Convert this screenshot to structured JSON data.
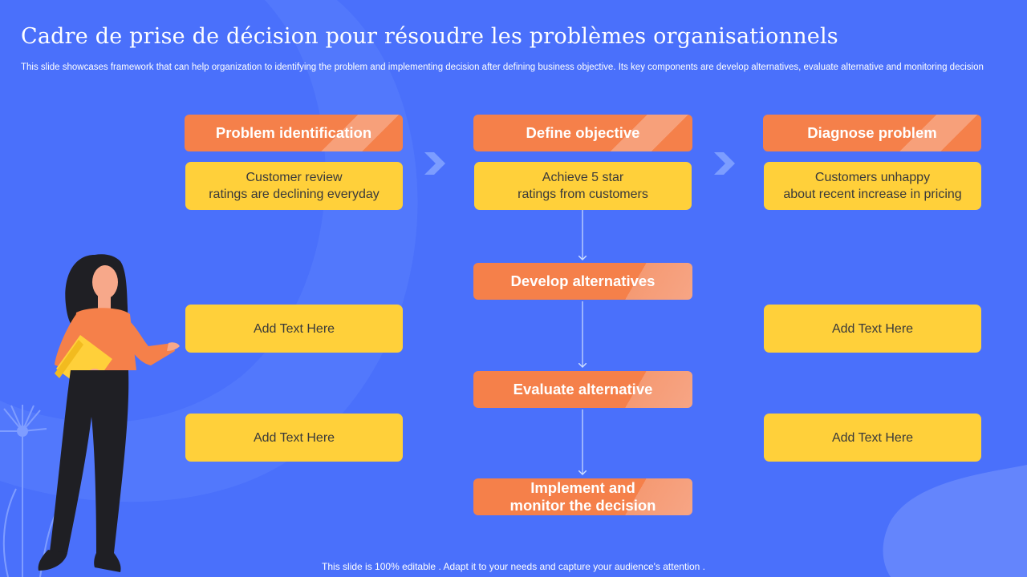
{
  "slide": {
    "title": "Cadre de prise de décision pour résoudre les problèmes organisationnels",
    "subtitle": "This slide showcases framework that can help organization to identifying the problem and implementing decision after defining business objective. Its key components are develop alternatives, evaluate alternative and monitoring decision",
    "footer": "This slide is 100% editable . Adapt it to your needs and capture your audience's attention ."
  },
  "top_steps": [
    {
      "label": "Problem identification",
      "text": "Customer review\nratings are declining everyday"
    },
    {
      "label": "Define objective",
      "text": "Achieve 5 star\nratings from customers"
    },
    {
      "label": "Diagnose problem",
      "text": "Customers unhappy\nabout recent increase in pricing"
    }
  ],
  "flow_steps": [
    {
      "label": "Develop alternatives"
    },
    {
      "label": "Evaluate alternative"
    },
    {
      "label": "Implement and\nmonitor the decision"
    }
  ],
  "side_boxes": {
    "left_1": "Add Text Here",
    "left_2": "Add Text Here",
    "right_1": "Add Text Here",
    "right_2": "Add Text Here"
  },
  "colors": {
    "background": "#4a70fb",
    "header_orange": "#f5804a",
    "text_box_yellow": "#ffd03a"
  }
}
